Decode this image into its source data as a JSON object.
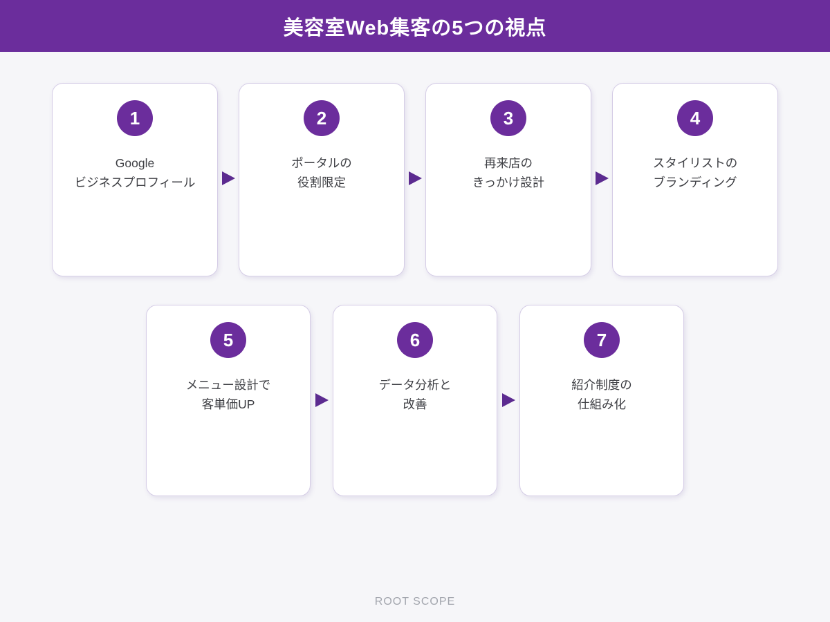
{
  "header": {
    "title": "美容室Web集客の5つの視点"
  },
  "colors": {
    "header_bg": "#6b2d9c",
    "circle_bg": "#6b2d9c",
    "arrow": "#5c2b90",
    "page_bg": "#f6f6f9",
    "card_bg": "#ffffff",
    "card_border": "#d5cde6",
    "card_text": "#3f4045",
    "footer_text": "#a2a5ad",
    "title_text": "#ffffff"
  },
  "rows": [
    {
      "cards": [
        {
          "number": "1",
          "lines": [
            "Google",
            "ビジネスプロフィール"
          ]
        },
        {
          "number": "2",
          "lines": [
            "ポータルの",
            "役割限定"
          ]
        },
        {
          "number": "3",
          "lines": [
            "再来店の",
            "きっかけ設計"
          ]
        },
        {
          "number": "4",
          "lines": [
            "スタイリストの",
            "ブランディング"
          ]
        }
      ]
    },
    {
      "cards": [
        {
          "number": "5",
          "lines": [
            "メニュー設計で",
            "客単価UP"
          ]
        },
        {
          "number": "6",
          "lines": [
            "データ分析と",
            "改善"
          ]
        },
        {
          "number": "7",
          "lines": [
            "紹介制度の",
            "仕組み化"
          ]
        }
      ]
    }
  ],
  "footer": {
    "brand": "ROOT SCOPE"
  }
}
